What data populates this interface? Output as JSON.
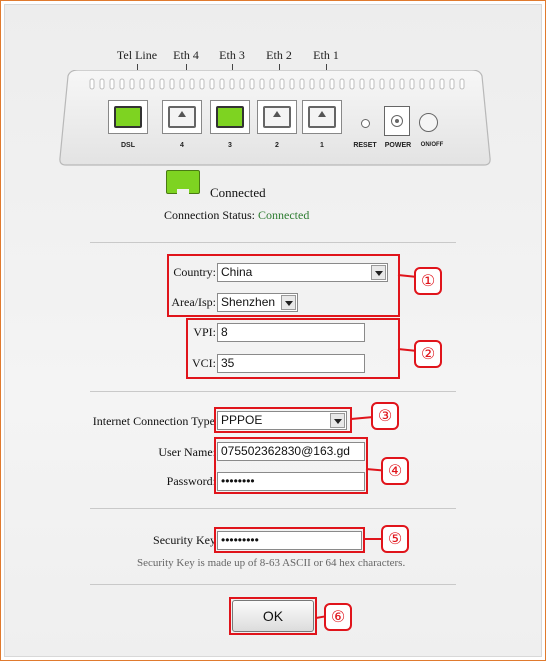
{
  "device": {
    "port_labels": [
      "Tel Line",
      "Eth 4",
      "Eth 3",
      "Eth 2",
      "Eth 1"
    ],
    "port_numbers": [
      "DSL",
      "4",
      "3",
      "2",
      "1"
    ],
    "reset_label": "RESET",
    "power_label": "POWER",
    "onoff_label": "ON/OFF"
  },
  "legend": {
    "text": "Connected"
  },
  "status": {
    "label": "Connection Status:",
    "value": "Connected",
    "value_color": "#2e7d32"
  },
  "form": {
    "country_label": "Country:",
    "country_value": "China",
    "area_label": "Area/Isp:",
    "area_value": "Shenzhen",
    "vpi_label": "VPI:",
    "vpi_value": "8",
    "vci_label": "VCI:",
    "vci_value": "35",
    "conn_type_label": "Internet Connection Type",
    "conn_type_value": "PPPOE",
    "username_label": "User Name:",
    "username_value": "075502362830@163.gd",
    "password_label": "Password:",
    "password_value": "••••••••",
    "security_label": "Security Key",
    "security_value": "•••••••••",
    "security_hint": "Security Key is made up of 8-63 ASCII or 64 hex characters."
  },
  "ok_button": {
    "label": "OK"
  },
  "annotations": [
    "①",
    "②",
    "③",
    "④",
    "⑤",
    "⑥"
  ],
  "colors": {
    "accent_red": "#e0141b",
    "port_green": "#7ed321"
  }
}
